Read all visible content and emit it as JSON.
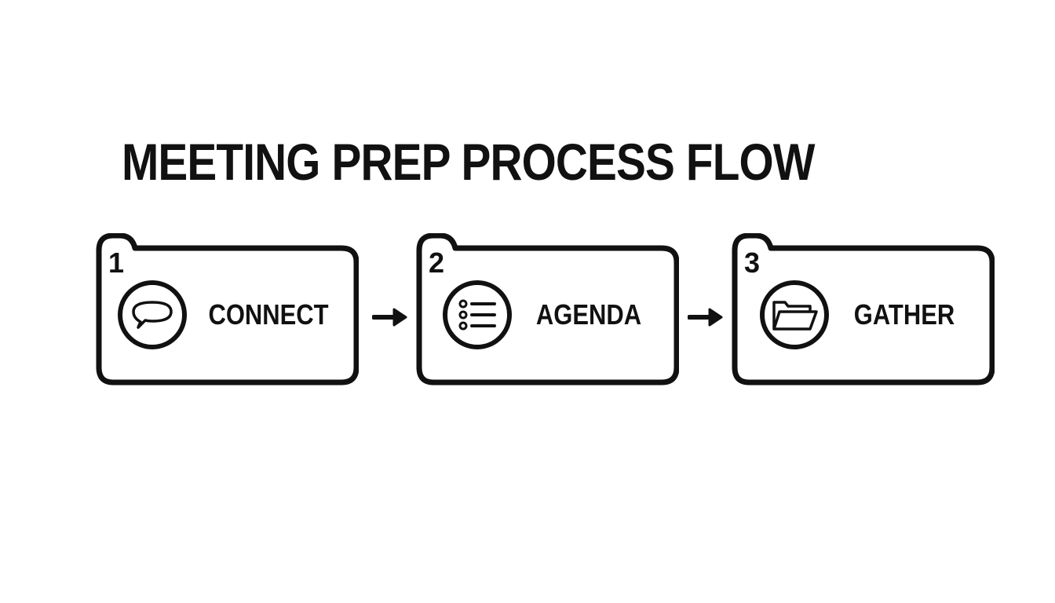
{
  "diagram": {
    "title": "MEETING PREP PROCESS FLOW",
    "steps": [
      {
        "number": "1",
        "label": "CONNECT",
        "icon": "speech-bubble-icon"
      },
      {
        "number": "2",
        "label": "AGENDA",
        "icon": "list-icon"
      },
      {
        "number": "3",
        "label": "GATHER",
        "icon": "folder-icon"
      }
    ],
    "colors": {
      "ink": "#111111",
      "background": "#ffffff"
    }
  }
}
